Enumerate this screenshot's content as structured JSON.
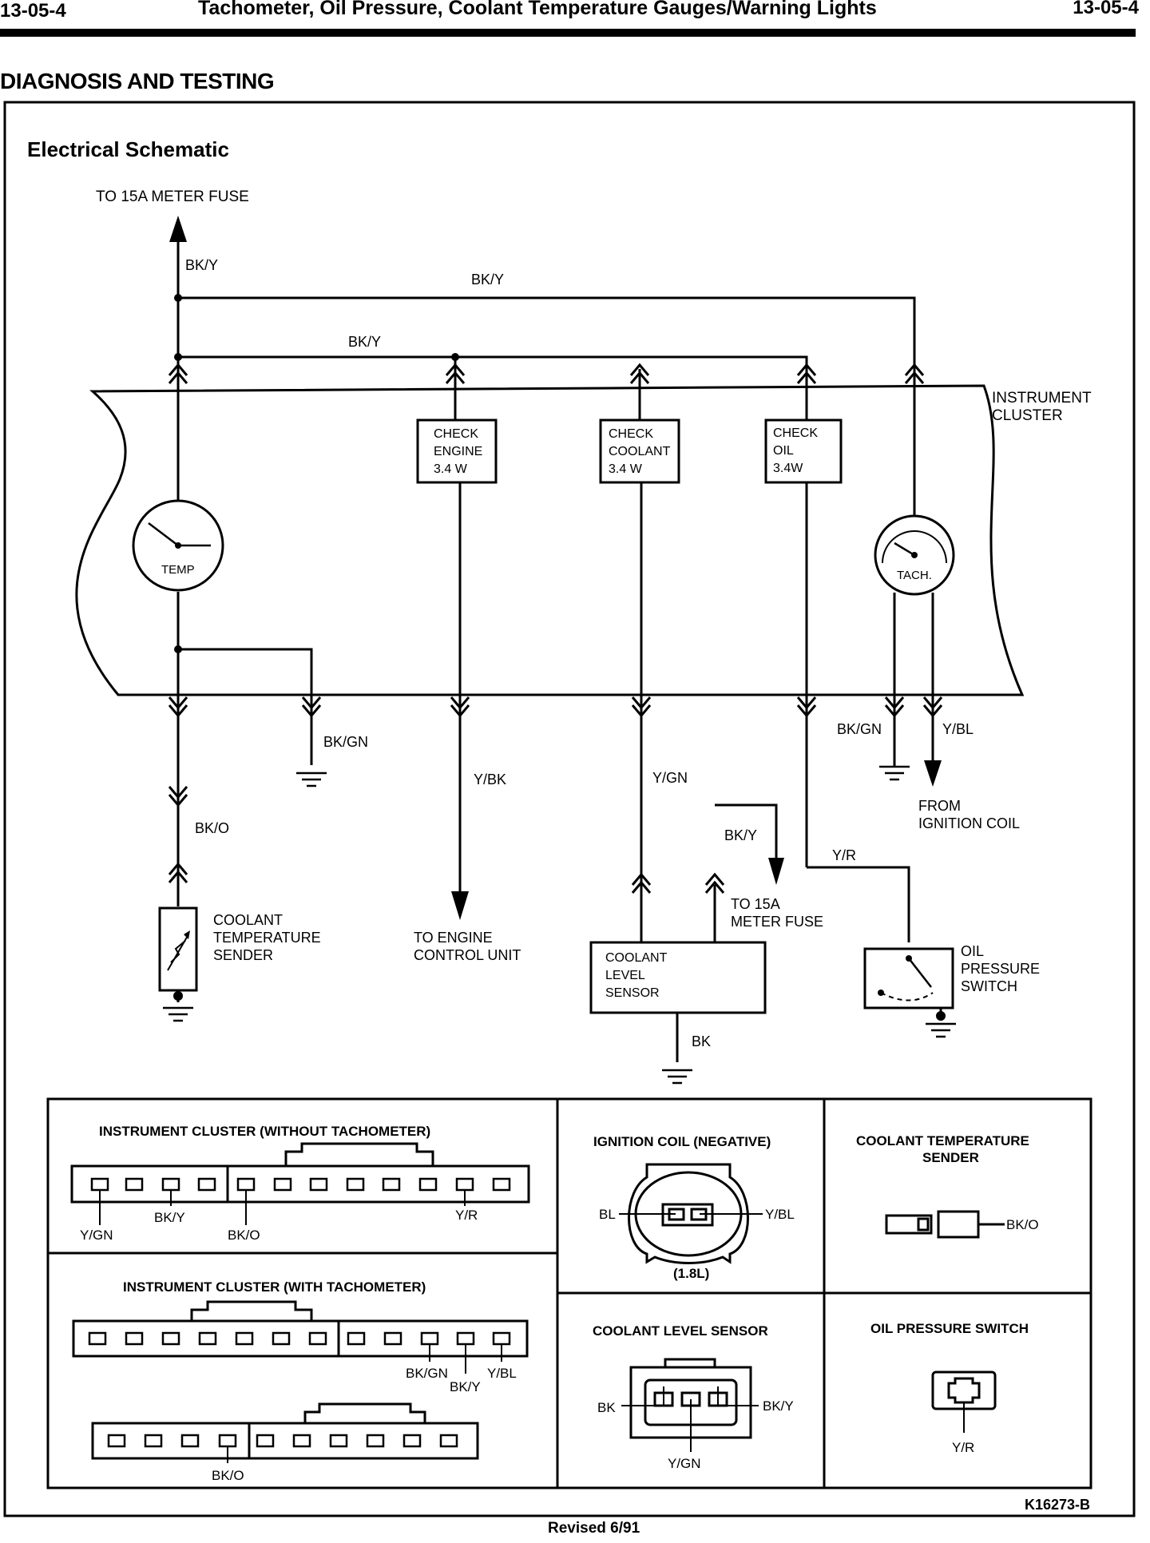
{
  "header": {
    "page_number_left": "13-05-4",
    "title": "Tachometer, Oil Pressure, Coolant Temperature Gauges/Warning Lights",
    "page_number_right": "13-05-4"
  },
  "section_title": "DIAGNOSIS AND TESTING",
  "schematic": {
    "title": "Electrical Schematic",
    "fuse_top": "TO 15A METER FUSE",
    "wire_bky_1": "BK/Y",
    "wire_bky_2": "BK/Y",
    "wire_bky_3": "BK/Y",
    "instrument_cluster": [
      "INSTRUMENT",
      "CLUSTER"
    ],
    "check_engine": [
      "CHECK",
      "ENGINE",
      "3.4 W"
    ],
    "check_coolant": [
      "CHECK",
      "COOLANT",
      "3.4 W"
    ],
    "check_oil": [
      "CHECK",
      "OIL",
      "3.4W"
    ],
    "temp_gauge": "TEMP",
    "tach_gauge": "TACH.",
    "wire_bkgn_left": "BK/GN",
    "wire_ybk": "Y/BK",
    "wire_ygn": "Y/GN",
    "wire_bkgn_right": "BK/GN",
    "wire_ybl": "Y/BL",
    "from_ignition_coil": [
      "FROM",
      "IGNITION COIL"
    ],
    "wire_bko": "BK/O",
    "wire_bky_fuse": "BK/Y",
    "wire_yr": "Y/R",
    "fuse_right": [
      "TO 15A",
      "METER FUSE"
    ],
    "coolant_temp_sender": [
      "COOLANT",
      "TEMPERATURE",
      "SENDER"
    ],
    "engine_control_unit": [
      "TO ENGINE",
      "CONTROL UNIT"
    ],
    "coolant_level_sensor": [
      "COOLANT",
      "LEVEL",
      "SENSOR"
    ],
    "wire_bk": "BK",
    "oil_pressure_switch": [
      "OIL",
      "PRESSURE",
      "SWITCH"
    ]
  },
  "connectors": {
    "cluster_no_tach": {
      "title": "INSTRUMENT CLUSTER (WITHOUT TACHOMETER)",
      "labels": [
        "Y/GN",
        "BK/Y",
        "BK/O",
        "Y/R"
      ]
    },
    "cluster_tach": {
      "title": "INSTRUMENT CLUSTER (WITH TACHOMETER)",
      "labels": [
        "BK/GN",
        "Y/BL",
        "BK/Y",
        "BK/O"
      ]
    },
    "ignition_coil": {
      "title": "IGNITION COIL (NEGATIVE)",
      "labels": [
        "BL",
        "Y/BL"
      ],
      "note": "(1.8L)"
    },
    "coolant_temp_sender": {
      "title": [
        "COOLANT TEMPERATURE",
        "SENDER"
      ],
      "labels": [
        "BK/O"
      ]
    },
    "coolant_level_sensor": {
      "title": "COOLANT LEVEL SENSOR",
      "labels": [
        "BK",
        "BK/Y",
        "Y/GN"
      ]
    },
    "oil_pressure_switch": {
      "title": "OIL PRESSURE SWITCH",
      "labels": [
        "Y/R"
      ]
    }
  },
  "figure_id": "K16273-B",
  "footer": "Revised 6/91"
}
